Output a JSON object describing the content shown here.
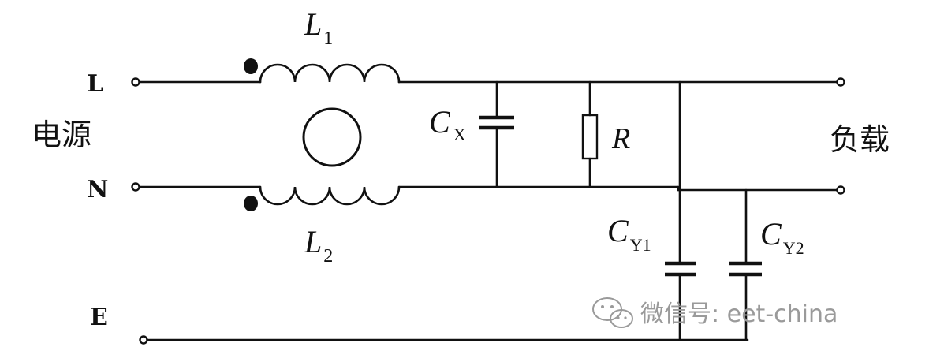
{
  "labels": {
    "L": "L",
    "N": "N",
    "E": "E",
    "source": "电源",
    "load": "负载",
    "L1_main": "L",
    "L1_sub": "1",
    "L2_main": "L",
    "L2_sub": "2",
    "CX_main": "C",
    "CX_sub": "X",
    "R": "R",
    "CY1_main": "C",
    "CY1_sub": "Y1",
    "CY2_main": "C",
    "CY2_sub": "Y2"
  },
  "watermark": {
    "text": "微信号: eet-china"
  }
}
